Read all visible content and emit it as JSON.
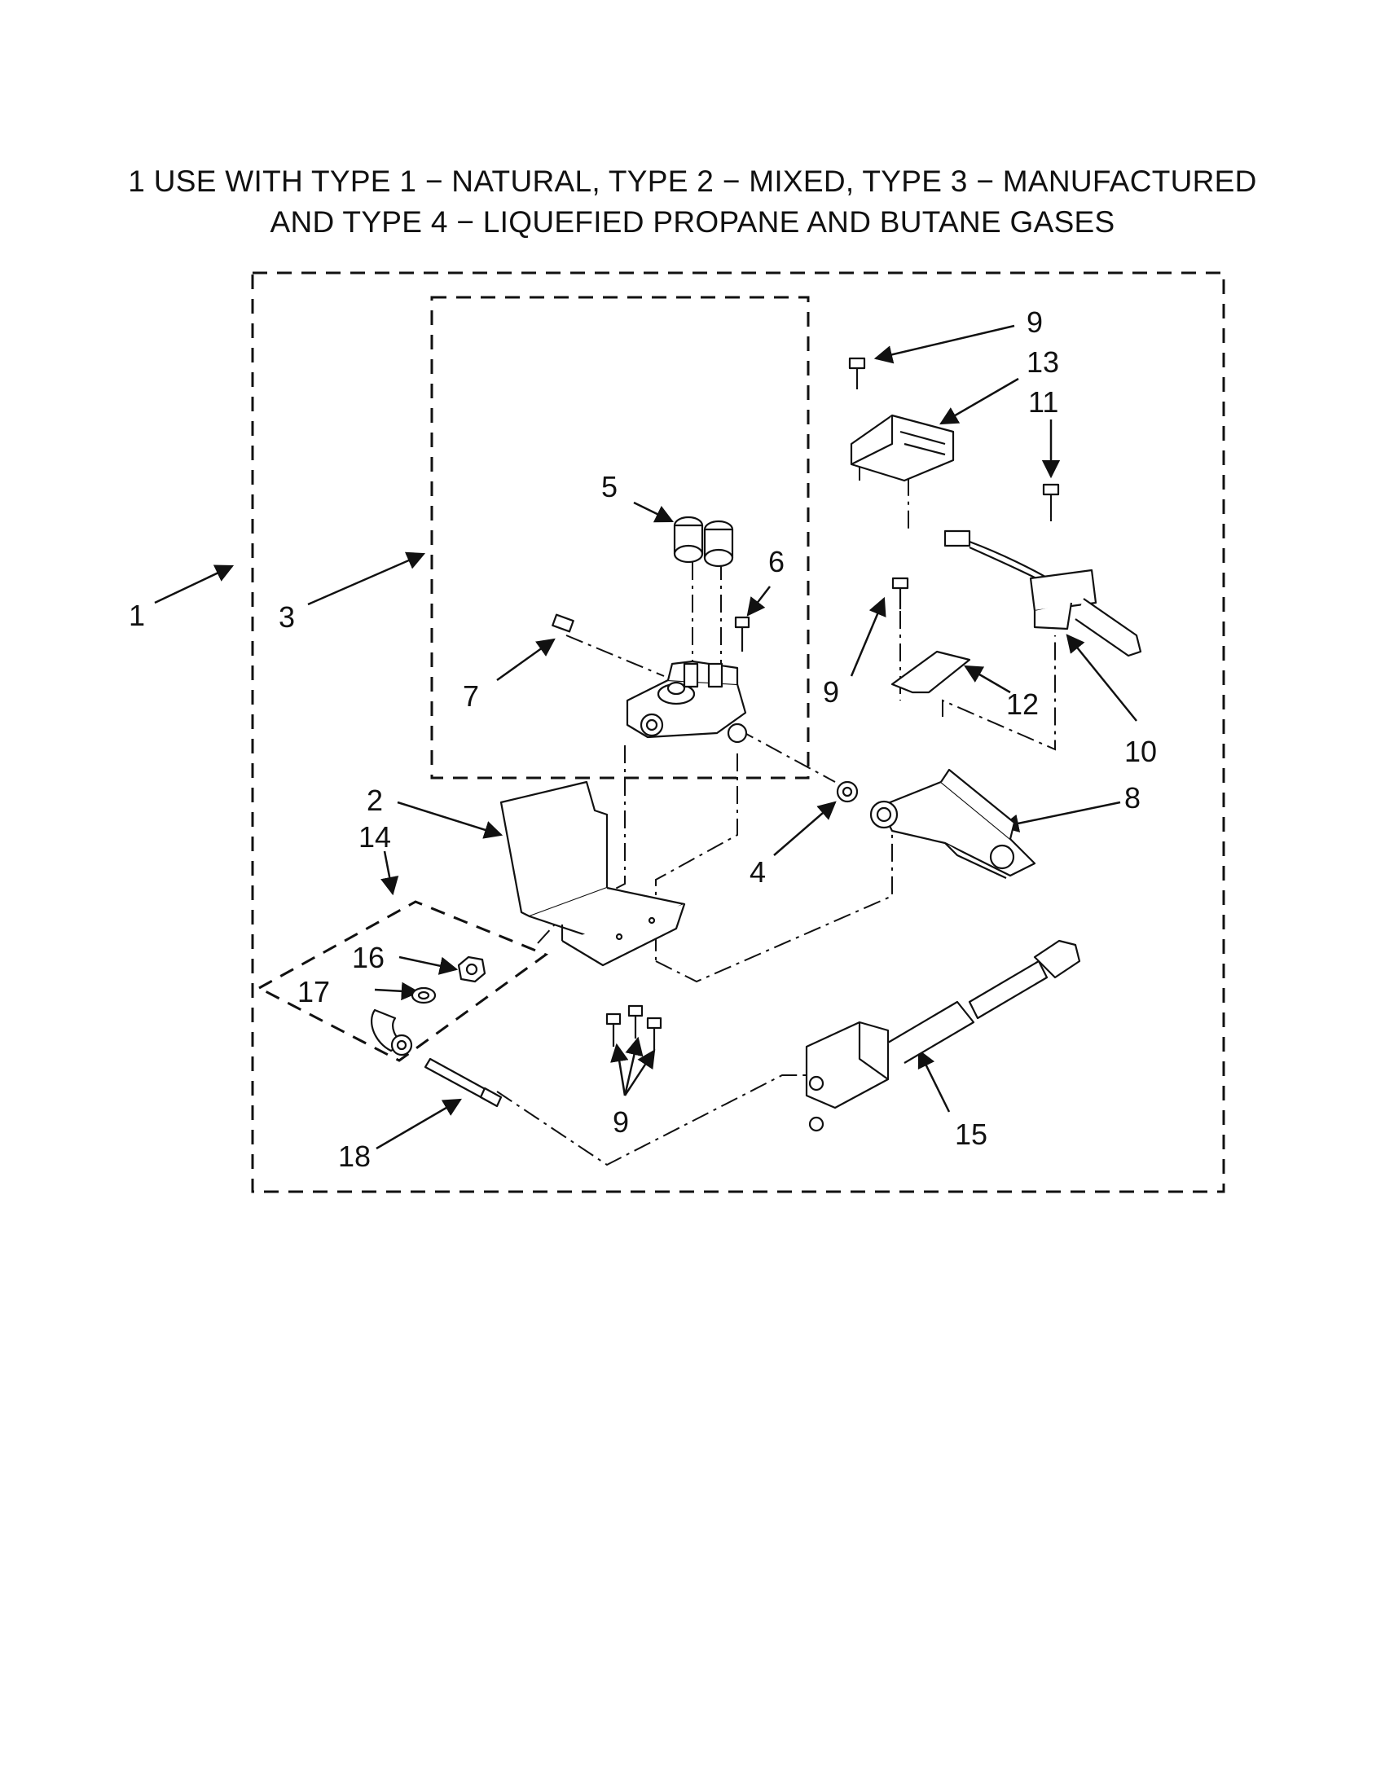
{
  "title": {
    "line1": "1 USE WITH TYPE 1 − NATURAL, TYPE 2 − MIXED, TYPE 3 − MANUFACTURED",
    "line2": "AND TYPE 4 − LIQUEFIED PROPANE AND BUTANE GASES"
  },
  "callouts": {
    "c1": "1",
    "c2": "2",
    "c3": "3",
    "c4": "4",
    "c5": "5",
    "c6": "6",
    "c7": "7",
    "c8": "8",
    "c9a": "9",
    "c9b": "9",
    "c9c": "9",
    "c10": "10",
    "c11": "11",
    "c12": "12",
    "c13": "13",
    "c14": "14",
    "c15": "15",
    "c16": "16",
    "c17": "17",
    "c18": "18"
  }
}
